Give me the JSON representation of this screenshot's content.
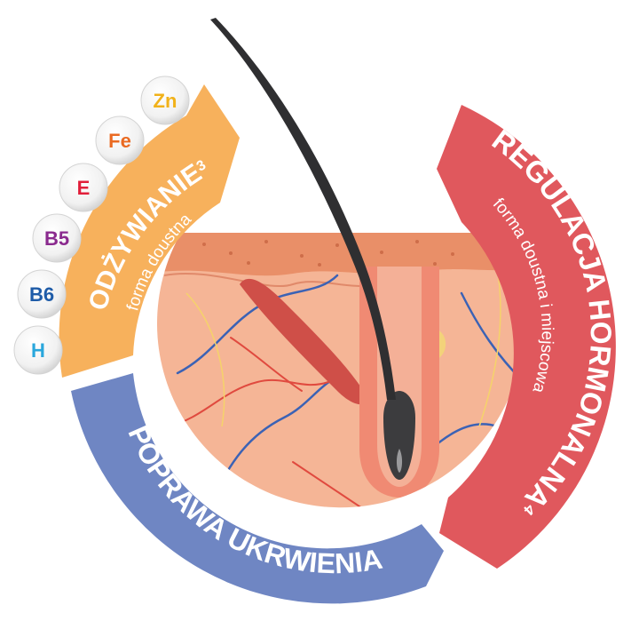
{
  "sections": {
    "nutrition": {
      "title": "ODŻYWIANIE",
      "sup": "3",
      "subtitle": "forma doustna",
      "color": "#f7b15c"
    },
    "hormonal": {
      "title": "REGULACJA HORMONALNA",
      "sup": "4",
      "subtitle": "forma doustna i miejscowa",
      "color": "#e0585d"
    },
    "circulation": {
      "title": "POPRAWA UKRWIENIA",
      "subtitle": "forma miejscowa",
      "color": "#6f86c3"
    }
  },
  "nutrients": [
    {
      "label": "Zn",
      "color": "#f1b21a"
    },
    {
      "label": "Fe",
      "color": "#ea6a22"
    },
    {
      "label": "E",
      "color": "#e11f3a"
    },
    {
      "label": "B5",
      "color": "#8a2a8e"
    },
    {
      "label": "B6",
      "color": "#1f5ca8"
    },
    {
      "label": "H",
      "color": "#2aa7dc"
    }
  ]
}
